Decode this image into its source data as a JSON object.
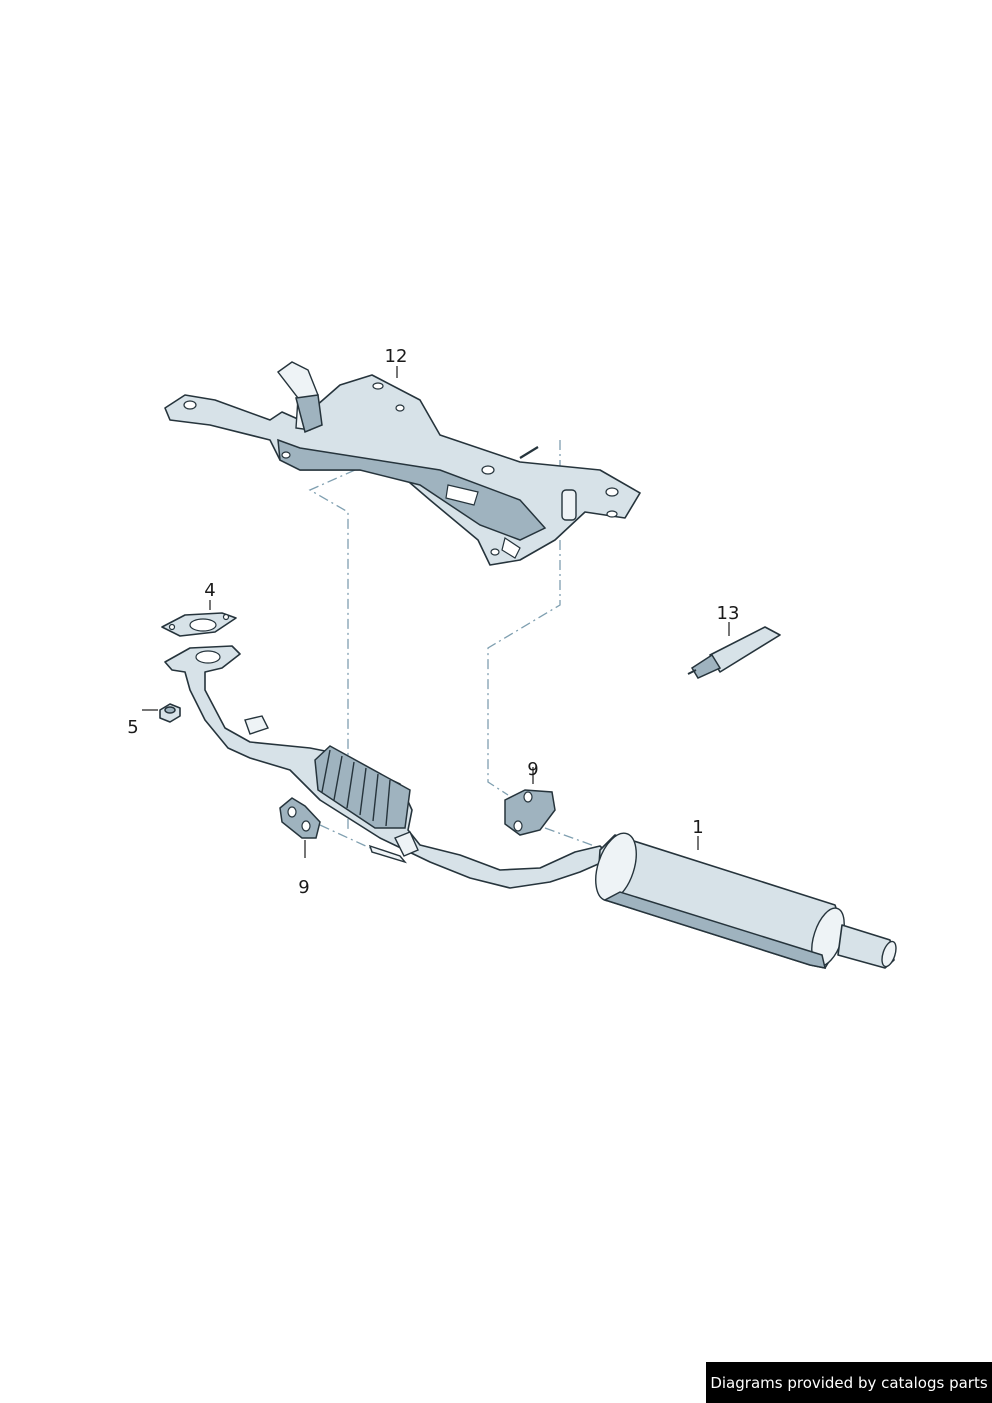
{
  "callouts": {
    "subframe": "12",
    "gasket": "4",
    "nut": "5",
    "sealant": "13",
    "mount_right": "9",
    "mount_left": "9",
    "exhaust_assembly": "1"
  },
  "watermark": "Diagrams provided by catalogs parts",
  "colors": {
    "part_body": "#d7e2e8",
    "part_shadow": "#9fb3bf",
    "outline": "#26343c",
    "dash_line": "#7f9fb0",
    "watermark_bg": "#000000"
  }
}
